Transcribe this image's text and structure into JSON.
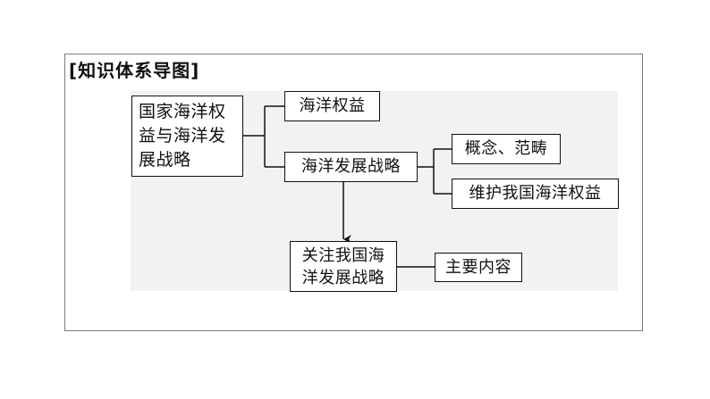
{
  "heading": "[知识体系导图]",
  "nodes": {
    "root": "国家海洋权\n益与海洋发\n展战略",
    "rights": "海洋权益",
    "dev": "海洋发展战略",
    "concept": "概念、范畴",
    "protect": "维护我国海洋权益",
    "focus": "关注我国海\n洋发展战略",
    "main": "主要内容"
  },
  "colors": {
    "line": "#111111",
    "panel": "#f2f2f2",
    "frame": "#7a7a7a"
  }
}
